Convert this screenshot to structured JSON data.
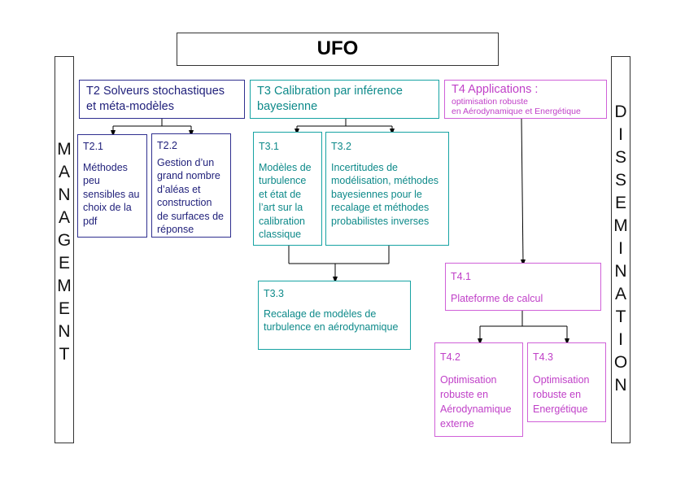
{
  "title": "UFO",
  "management": [
    "M",
    "A",
    "N",
    "A",
    "G",
    "E",
    "M",
    "E",
    "N",
    "T"
  ],
  "dissemination": [
    "D",
    "I",
    "S",
    "S",
    "E",
    "M",
    "I",
    "N",
    "A",
    "T",
    "I",
    "O",
    "N"
  ],
  "t2": {
    "header": "T2 Solveurs stochastiques et méta-modèles",
    "t21": {
      "code": "T2.1",
      "text": "Méthodes peu sensibles au choix de la pdf"
    },
    "t22": {
      "code": "T2.2",
      "text": "Gestion d’un grand nombre d’aléas et construction de surfaces de réponse"
    }
  },
  "t3": {
    "header": "T3 Calibration par inférence bayesienne",
    "t31": {
      "code": "T3.1",
      "text": "Modèles de turbulence et état de l’art sur la calibration classique"
    },
    "t32": {
      "code": "T3.2",
      "text": "Incertitudes de modélisation, méthodes bayesiennes pour le recalage et méthodes probabilistes inverses"
    },
    "t33": {
      "code": "T3.3",
      "text": "Recalage de modèles de turbulence en aérodynamique"
    }
  },
  "t4": {
    "header": "T4 Applications :",
    "header_line2": "optimisation robuste",
    "header_line3": "en Aérodynamique et Energétique",
    "t41": {
      "code": "T4.1",
      "text": "Plateforme de calcul"
    },
    "t42": {
      "code": "T4.2",
      "text": "Optimisation robuste en Aérodynamique externe"
    },
    "t43": {
      "code": "T4.3",
      "text": "Optimisation robuste en Energétique"
    }
  },
  "colors": {
    "t2": "#1f1f7a",
    "t3": "#0e8a8a",
    "t4": "#c040c8",
    "frame": "#333333"
  }
}
